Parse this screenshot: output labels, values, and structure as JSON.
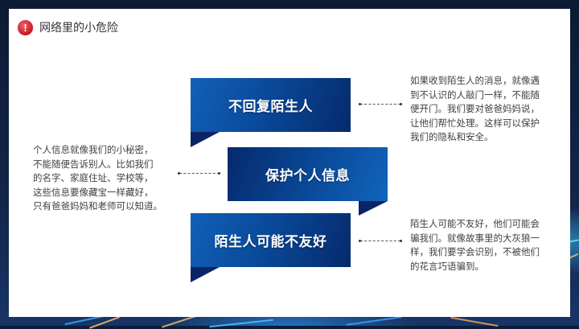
{
  "header": {
    "icon": "alert-exclamation-icon",
    "title": "网络里的小危险"
  },
  "items": [
    {
      "title": "不回复陌生人",
      "description": "如果收到陌生人的消息，就像遇到不认识的人敲门一样，不能随便开门。我们要对爸爸妈妈说，让他们帮忙处理。这样可以保护我们的隐私和安全。",
      "lines": [
        "如果收到陌生人的消息，就像遇",
        "到不认识的人敲门一样，不能随",
        "便开门。我们要对爸爸妈妈说，",
        "让他们帮忙处理。这样可以保护",
        "我们的隐私和安全。"
      ]
    },
    {
      "title": "保护个人信息",
      "description": "个人信息就像我们的小秘密，不能随便告诉别人。比如我们的名字、家庭住址、学校等，这些信息要像藏宝一样藏好，只有爸爸妈妈和老师可以知道。",
      "lines": [
        "个人信息就像我们的小秘密，",
        "不能随便告诉别人。比如我们",
        "的名字、家庭住址、学校等，",
        "这些信息要像藏宝一样藏好，",
        "只有爸爸妈妈和老师可以知道。"
      ]
    },
    {
      "title": "陌生人可能不友好",
      "description": "陌生人可能不友好，他们可能会骗我们。就像故事里的大灰狼一样，我们要学会识别，不被他们的花言巧语骗到。",
      "lines": [
        "陌生人可能不友好，他们可能会",
        "骗我们。就像故事里的大灰狼一",
        "样，我们要学会识别，不被他们",
        "的花言巧语骗到。"
      ]
    }
  ],
  "colors": {
    "banner_light": "#1160b8",
    "banner_dark": "#062a6c",
    "fold": "#0a2466",
    "alert_red": "#c8161f",
    "text": "#404040"
  }
}
